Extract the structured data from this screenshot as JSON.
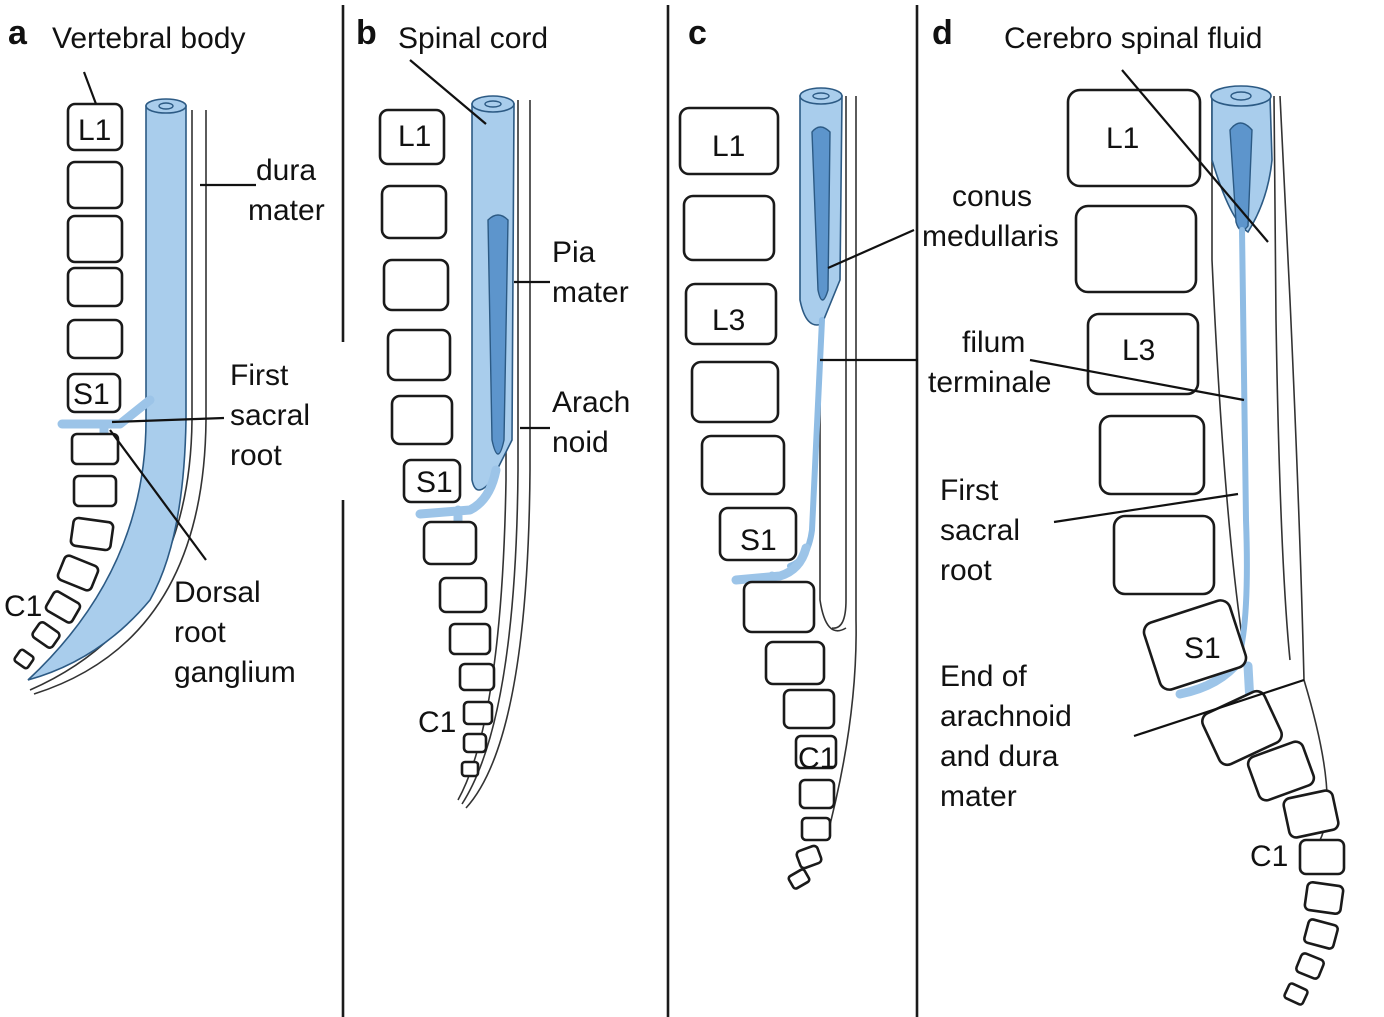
{
  "panels": {
    "a": {
      "letter": "a",
      "title": "Vertebral body",
      "vertebra_labels": {
        "top": "L1",
        "sacral": "S1",
        "coccyx": "C1"
      },
      "dura": [
        "dura",
        "mater"
      ],
      "sacral_root": [
        "First",
        "sacral",
        "root"
      ],
      "ganglion": [
        "Dorsal",
        "root",
        "ganglium"
      ]
    },
    "b": {
      "letter": "b",
      "title": "Spinal cord",
      "vertebra_labels": {
        "top": "L1",
        "sacral": "S1",
        "coccyx": "C1"
      },
      "pia": [
        "Pia",
        "mater"
      ],
      "arachnoid": [
        "Arach",
        "noid"
      ]
    },
    "c": {
      "letter": "c",
      "vertebra_labels": {
        "top": "L1",
        "middle": "L3",
        "sacral": "S1",
        "coccyx": "C1"
      },
      "conus": [
        "conus",
        "medullaris"
      ],
      "filum": [
        "filum",
        "terminale"
      ]
    },
    "d": {
      "letter": "d",
      "title": "Cerebro spinal fluid",
      "vertebra_labels": {
        "top": "L1",
        "middle": "L3",
        "sacral": "S1",
        "coccyx": "C1"
      },
      "sacral_root": [
        "First",
        "sacral",
        "root"
      ],
      "end_sac": [
        "End of",
        "arachnoid",
        "and dura",
        "mater"
      ]
    }
  }
}
